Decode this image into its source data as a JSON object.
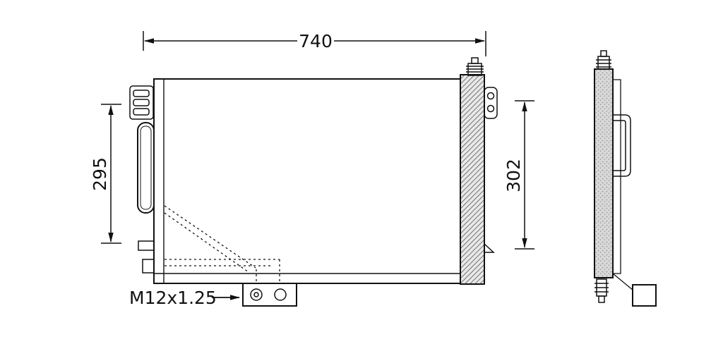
{
  "drawing": {
    "type": "technical-drawing",
    "dimensions": {
      "width_label": "740",
      "left_height_label": "295",
      "right_height_label": "302"
    },
    "annotations": {
      "thread_label": "M12x1.25"
    },
    "colors": {
      "line": "#111111",
      "background": "#ffffff",
      "hatch_fill": "#e8e8e8",
      "stipple_fill": "#d8d8d8"
    }
  }
}
